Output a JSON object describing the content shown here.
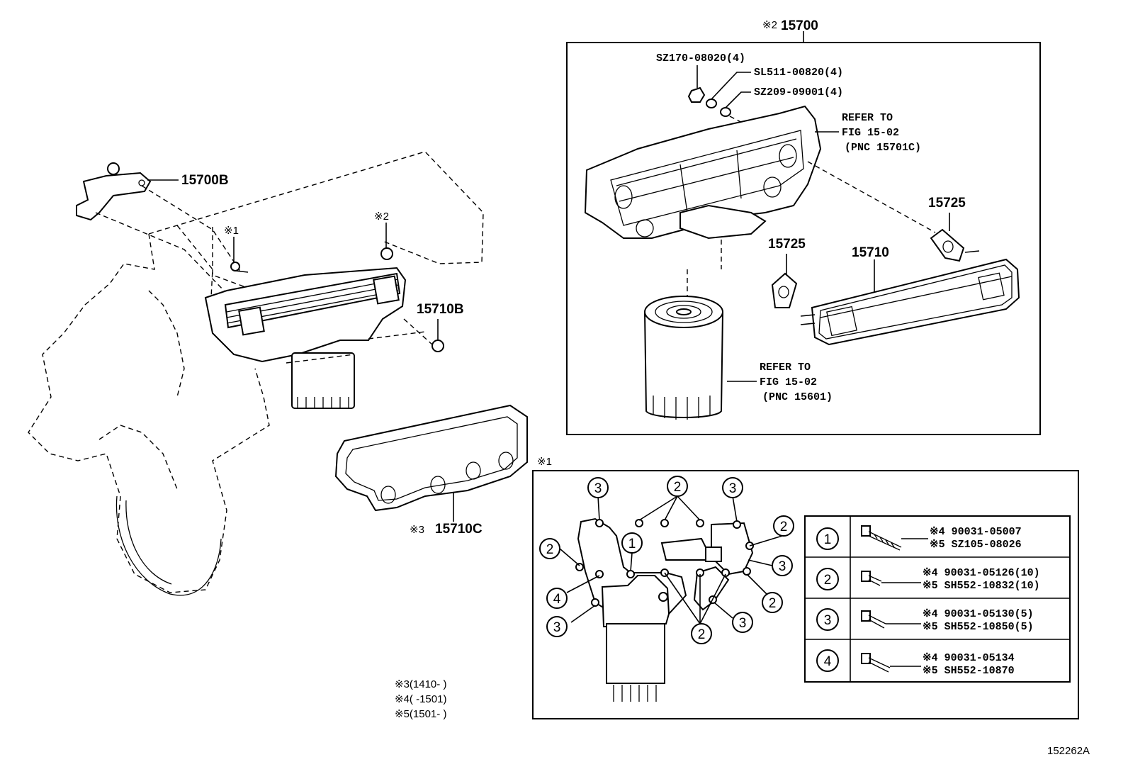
{
  "diagram_id": "152262A",
  "main": {
    "part_15700B": "15700B",
    "part_15710B": "15710B",
    "part_15710C": "15710C",
    "mark_1": "※1",
    "mark_2": "※2",
    "mark_3": "※3"
  },
  "assembly_box": {
    "title_mark": "※2",
    "title_part": "15700",
    "nut": "SZ170-08020(4)",
    "washer1": "SL511-00820(4)",
    "washer2": "SZ209-09001(4)",
    "refer1": [
      "REFER TO",
      "FIG 15-02",
      "(PNC 15701C)"
    ],
    "part_15725_a": "15725",
    "part_15725_b": "15725",
    "part_15710": "15710",
    "refer2": [
      "REFER TO",
      "FIG 15-02",
      "(PNC 15601)"
    ]
  },
  "notes": [
    "※3(1410-      )",
    "※4(      -1501)",
    "※5(1501-      )"
  ],
  "bolt_box": {
    "title_mark": "※1",
    "callouts_top": [
      "3",
      "2",
      "3",
      "2"
    ],
    "callouts_misc": [
      "1",
      "2",
      "4",
      "3",
      "3",
      "2",
      "2",
      "3"
    ],
    "table": [
      {
        "num": "1",
        "line1": "※4 90031-05007",
        "line2": "※5 SZ105-08026"
      },
      {
        "num": "2",
        "line1": "※4 90031-05126(10)",
        "line2": "※5 SH552-10832(10)"
      },
      {
        "num": "3",
        "line1": "※4 90031-05130(5)",
        "line2": "※5 SH552-10850(5)"
      },
      {
        "num": "4",
        "line1": "※4 90031-05134",
        "line2": "※5 SH552-10870"
      }
    ]
  }
}
